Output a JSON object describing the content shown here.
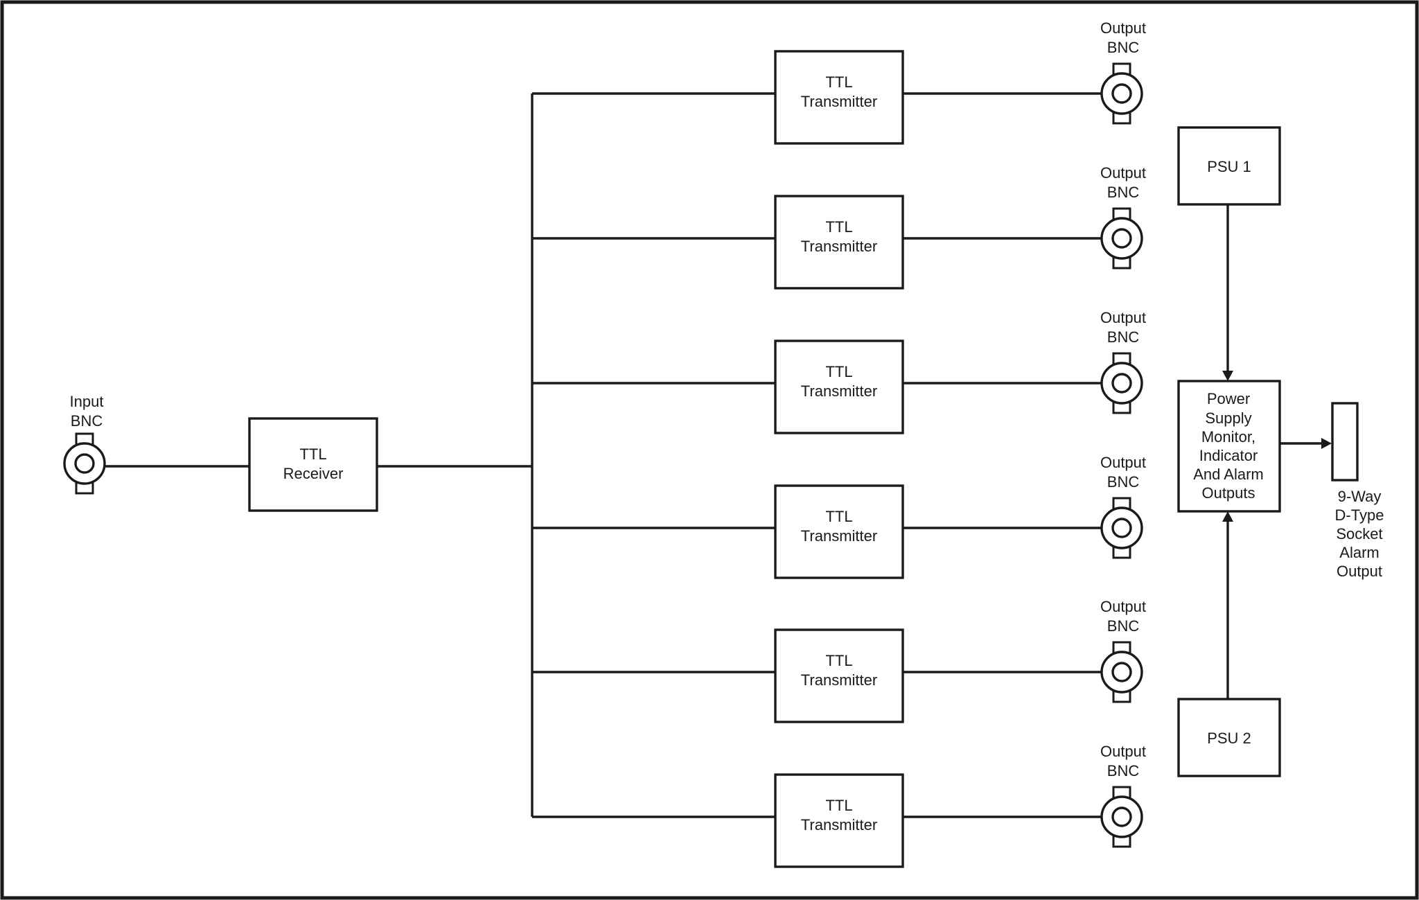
{
  "input": {
    "line1": "Input",
    "line2": "BNC"
  },
  "receiver": {
    "line1": "TTL",
    "line2": "Receiver"
  },
  "transmitters": [
    {
      "line1": "TTL",
      "line2": "Transmitter"
    },
    {
      "line1": "TTL",
      "line2": "Transmitter"
    },
    {
      "line1": "TTL",
      "line2": "Transmitter"
    },
    {
      "line1": "TTL",
      "line2": "Transmitter"
    },
    {
      "line1": "TTL",
      "line2": "Transmitter"
    },
    {
      "line1": "TTL",
      "line2": "Transmitter"
    }
  ],
  "outputs": [
    {
      "line1": "Output",
      "line2": "BNC"
    },
    {
      "line1": "Output",
      "line2": "BNC"
    },
    {
      "line1": "Output",
      "line2": "BNC"
    },
    {
      "line1": "Output",
      "line2": "BNC"
    },
    {
      "line1": "Output",
      "line2": "BNC"
    },
    {
      "line1": "Output",
      "line2": "BNC"
    }
  ],
  "psu1": {
    "label": "PSU 1"
  },
  "psu2": {
    "label": "PSU 2"
  },
  "monitor": {
    "lines": [
      "Power",
      "Supply",
      "Monitor,",
      "Indicator",
      "And Alarm",
      "Outputs"
    ]
  },
  "socket": {
    "lines": [
      "9-Way",
      "D-Type",
      "Socket",
      "Alarm",
      "Output"
    ]
  }
}
